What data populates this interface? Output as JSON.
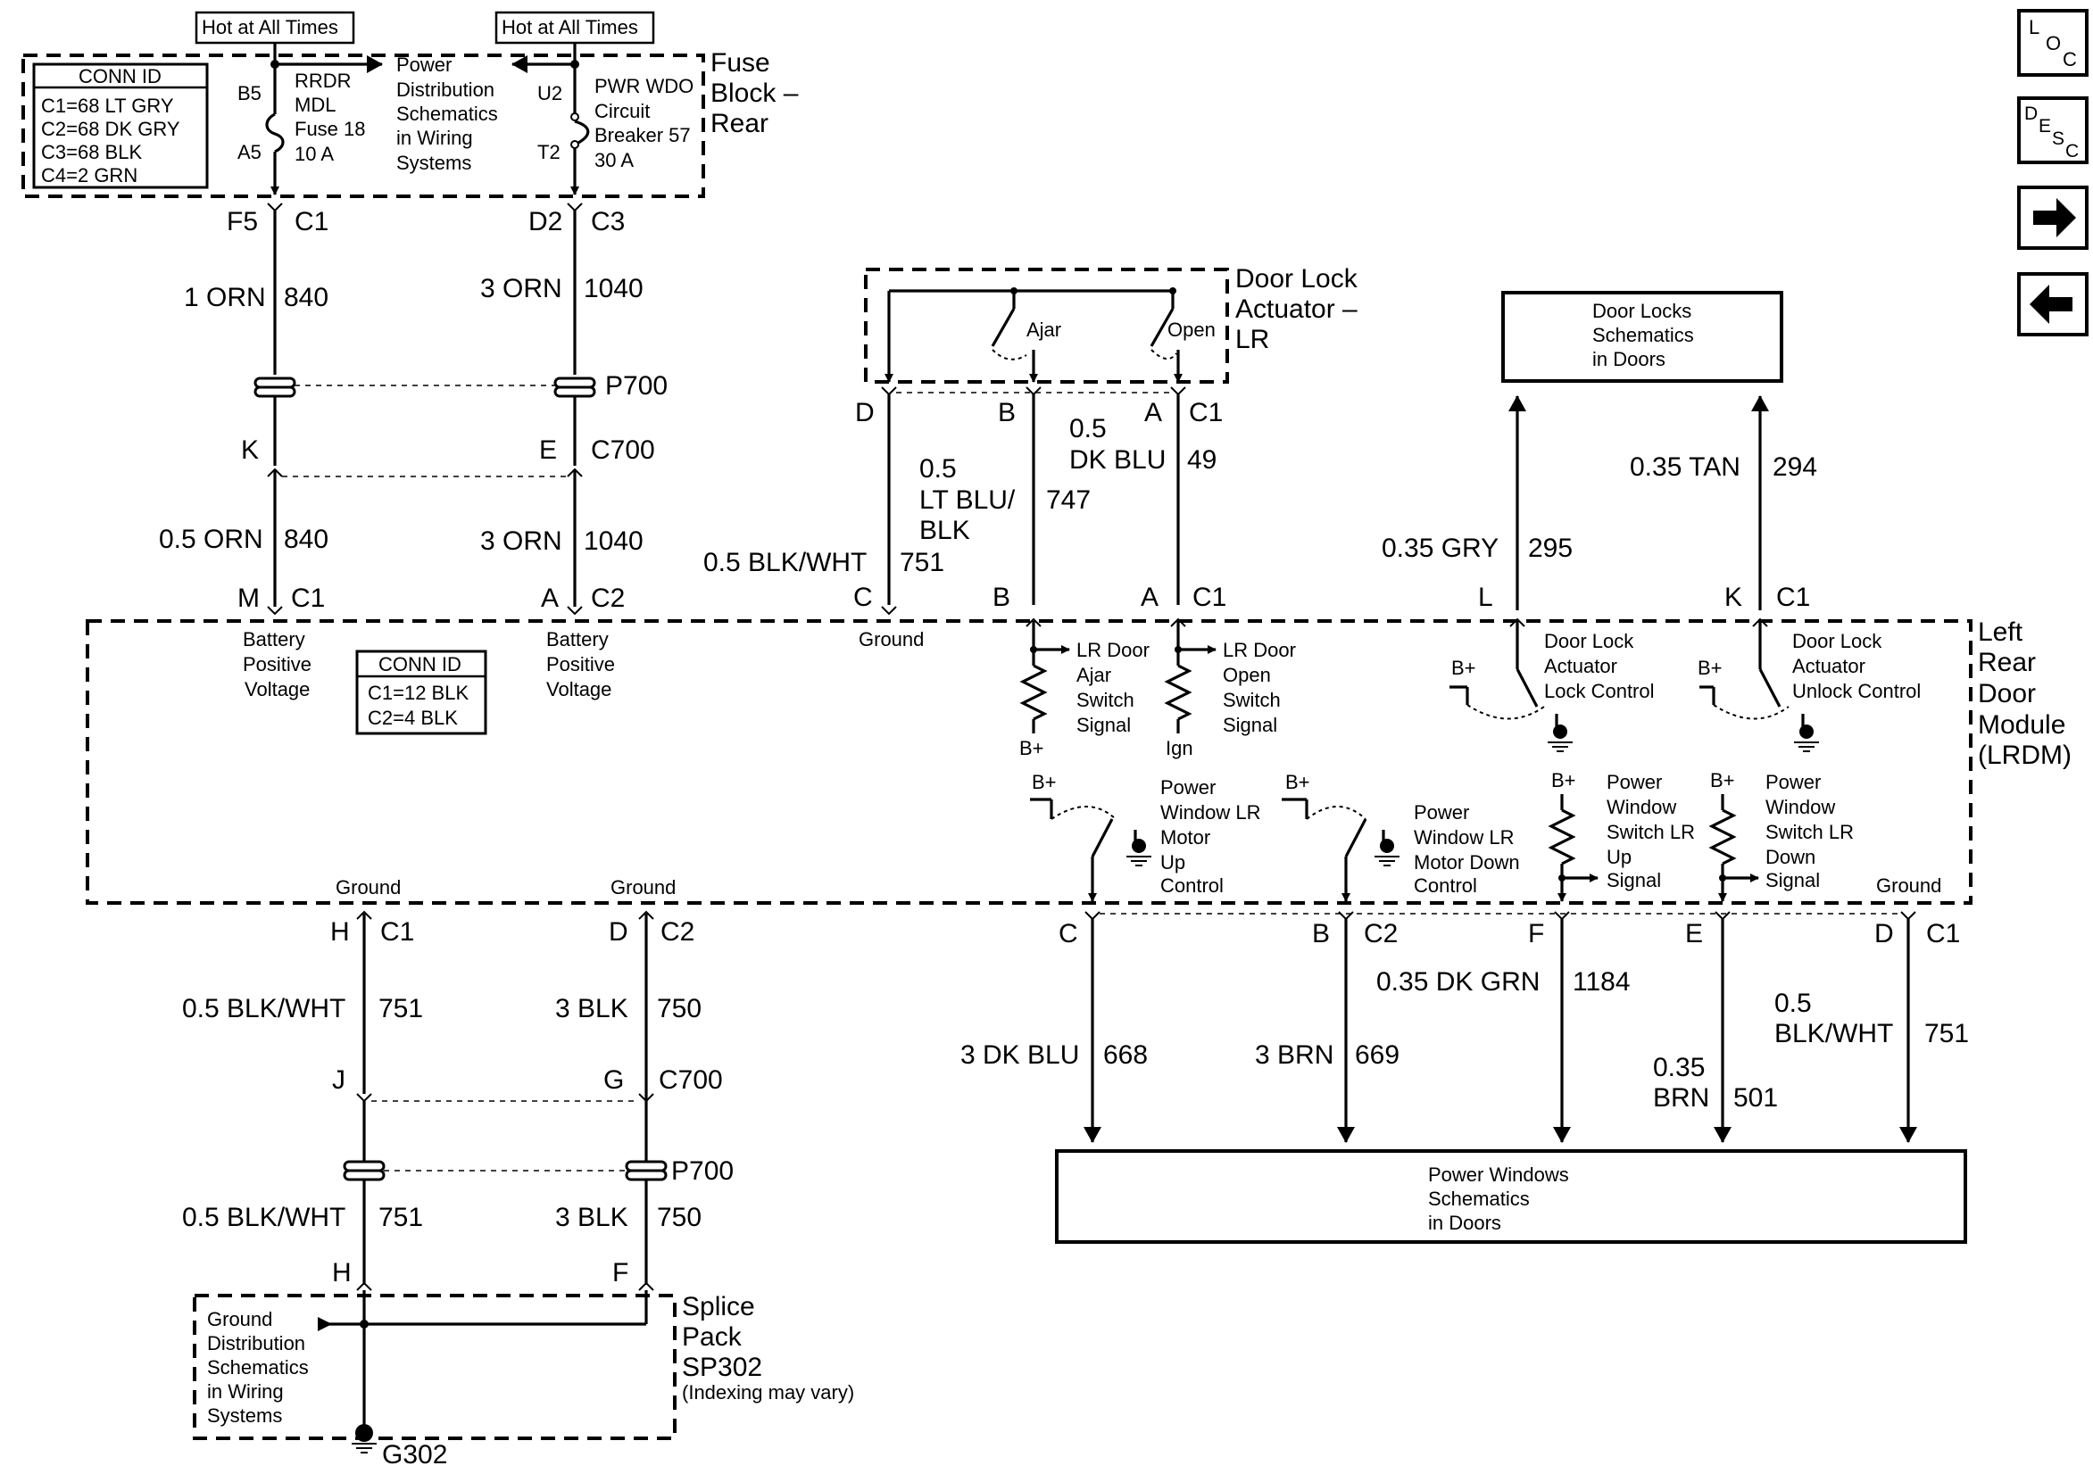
{
  "nav": {
    "loc_l": "L",
    "loc_o": "O",
    "loc_c": "C",
    "desc_d": "D",
    "desc_e": "E",
    "desc_s": "S",
    "desc_c": "C"
  },
  "fuse_block": {
    "title": [
      "Fuse",
      "Block –",
      "Rear"
    ],
    "hot_left": "Hot at All Times",
    "hot_right": "Hot at All Times",
    "conn_id_title": "CONN ID",
    "conn_ids": [
      "C1=68 LT GRY",
      "C2=68 DK GRY",
      "C3=68 BLK",
      "C4=2 GRN"
    ],
    "fuse_pin_top": "B5",
    "fuse_pin_bottom": "A5",
    "fuse_label": [
      "RRDR",
      "MDL",
      "Fuse 18",
      "10 A"
    ],
    "pdist_label": [
      "Power",
      "Distribution",
      "Schematics",
      "in Wiring",
      "Systems"
    ],
    "cb_pin_top": "U2",
    "cb_pin_bottom": "T2",
    "cb_label": [
      "PWR WDO",
      "Circuit",
      "Breaker 57",
      "30 A"
    ]
  },
  "upper_wires": {
    "w1_pin": "F5",
    "w1_conn": "C1",
    "w1_gauge": "1 ORN",
    "w1_circuit": "840",
    "w2_pin": "D2",
    "w2_conn": "C3",
    "w2_gauge": "3 ORN",
    "w2_circuit": "1040",
    "p700": "P700",
    "k": "K",
    "e": "E",
    "c700": "C700",
    "w3_gauge": "0.5 ORN",
    "w3_circuit": "840",
    "w4_gauge": "3 ORN",
    "w4_circuit": "1040",
    "m": "M",
    "mc1": "C1",
    "a": "A",
    "ac2": "C2"
  },
  "actuator": {
    "title": [
      "Door Lock",
      "Actuator –",
      "LR"
    ],
    "ajar": "Ajar",
    "open": "Open",
    "pin_d": "D",
    "pin_b": "B",
    "pin_a": "A",
    "conn": "C1",
    "gauge_blu": [
      "0.5",
      "DK BLU"
    ],
    "circuit_blu": "49",
    "gauge_ltblu": [
      "0.5",
      "LT BLU/",
      "BLK"
    ],
    "circuit_ltblu": "747",
    "gauge_blkwht": "0.5 BLK/WHT",
    "circuit_blkwht": "751",
    "lpin_c": "C",
    "lpin_b": "B",
    "lpin_a": "A",
    "lconn": "C1"
  },
  "door_locks_box": [
    "Door Locks",
    "Schematics",
    "in Doors"
  ],
  "lock_wires": {
    "gry_gauge": "0.35 GRY",
    "gry_circuit": "295",
    "tan_gauge": "0.35 TAN",
    "tan_circuit": "294",
    "pin_l": "L",
    "pin_k": "K",
    "conn": "C1"
  },
  "module": {
    "title": [
      "Left",
      "Rear",
      "Door",
      "Module",
      "(LRDM)"
    ],
    "conn_id_title": "CONN ID",
    "conn_ids": [
      "C1=12 BLK",
      "C2=4 BLK"
    ],
    "bpv1": [
      "Battery",
      "Positive",
      "Voltage"
    ],
    "bpv2": [
      "Battery",
      "Positive",
      "Voltage"
    ],
    "ground_top": "Ground",
    "ajar_sig": [
      "LR Door",
      "Ajar",
      "Switch",
      "Signal"
    ],
    "open_sig": [
      "LR Door",
      "Open",
      "Switch",
      "Signal"
    ],
    "bplus": "B+",
    "ign": "Ign",
    "lock_ctrl": [
      "Door Lock",
      "Actuator",
      "Lock Control"
    ],
    "unlock_ctrl": [
      "Door Lock",
      "Actuator",
      "Unlock Control"
    ],
    "up_ctrl": [
      "Power",
      "Window LR",
      "Motor",
      "Up",
      "Control"
    ],
    "down_ctrl": [
      "Power",
      "Window LR",
      "Motor Down",
      "Control"
    ],
    "up_sig": [
      "Power",
      "Window",
      "Switch LR",
      "Up",
      "Signal"
    ],
    "down_sig": [
      "Power",
      "Window",
      "Switch LR",
      "Down",
      "Signal"
    ],
    "ground_left": "Ground",
    "ground_mid": "Ground",
    "ground_right": "Ground"
  },
  "lower_left": {
    "h": "H",
    "hc1": "C1",
    "d": "D",
    "dc2": "C2",
    "g1_gauge": "0.5 BLK/WHT",
    "g1_circuit": "751",
    "g2_gauge": "3 BLK",
    "g2_circuit": "750",
    "j": "J",
    "g": "G",
    "c700": "C700",
    "p700": "P700",
    "g3_gauge": "0.5 BLK/WHT",
    "g3_circuit": "751",
    "g4_gauge": "3 BLK",
    "g4_circuit": "750",
    "h2": "H",
    "f": "F"
  },
  "splice": {
    "title": [
      "Splice",
      "Pack",
      "SP302"
    ],
    "note": "(Indexing may vary)",
    "gd": [
      "Ground",
      "Distribution",
      "Schematics",
      "in Wiring",
      "Systems"
    ],
    "g302": "G302"
  },
  "lower_right": {
    "pin_c": "C",
    "pin_b": "B",
    "c2": "C2",
    "pin_f": "F",
    "pin_e": "E",
    "pin_d": "D",
    "c1": "C1",
    "blu_gauge": "3 DK BLU",
    "blu_circuit": "668",
    "brn_gauge": "3 BRN",
    "brn_circuit": "669",
    "grn_gauge": "0.35 DK GRN",
    "grn_circuit": "1184",
    "brn2_gauge": [
      "0.35",
      "BRN"
    ],
    "brn2_circuit": "501",
    "bw_gauge": [
      "0.5",
      "BLK/WHT"
    ],
    "bw_circuit": "751",
    "pw_box": [
      "Power Windows",
      "Schematics",
      "in Doors"
    ]
  }
}
